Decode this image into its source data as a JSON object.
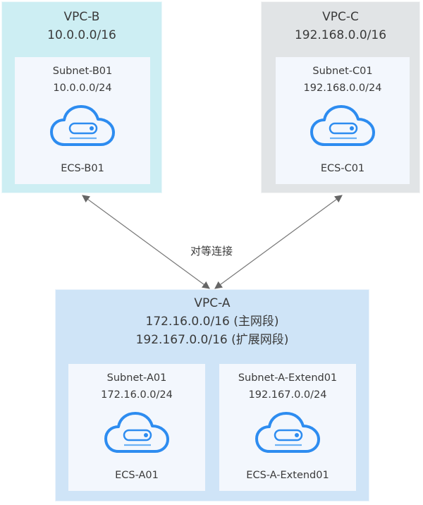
{
  "vpcs": {
    "b": {
      "name": "VPC-B",
      "cidr": "10.0.0.0/16",
      "subnets": [
        {
          "name": "Subnet-B01",
          "cidr": "10.0.0.0/24",
          "ecs": "ECS-B01",
          "icon": "cloud-server-icon"
        }
      ]
    },
    "c": {
      "name": "VPC-C",
      "cidr": "192.168.0.0/16",
      "subnets": [
        {
          "name": "Subnet-C01",
          "cidr": "192.168.0.0/24",
          "ecs": "ECS-C01",
          "icon": "cloud-server-icon"
        }
      ]
    },
    "a": {
      "name": "VPC-A",
      "cidr_primary": "172.16.0.0/16 (主网段)",
      "cidr_extended": "192.167.0.0/16 (扩展网段)",
      "subnets": [
        {
          "name": "Subnet-A01",
          "cidr": "172.16.0.0/24",
          "ecs": "ECS-A01",
          "icon": "cloud-server-icon"
        },
        {
          "name": "Subnet-A-Extend01",
          "cidr": "192.167.0.0/24",
          "ecs": "ECS-A-Extend01",
          "icon": "cloud-server-icon"
        }
      ]
    }
  },
  "peering": {
    "label": "对等连接",
    "connections": [
      {
        "from": "VPC-A",
        "to": "VPC-B",
        "bidirectional": true
      },
      {
        "from": "VPC-A",
        "to": "VPC-C",
        "bidirectional": true
      }
    ]
  },
  "colors": {
    "vpc_b_bg": "#cdeef3",
    "vpc_c_bg": "#e1e4e6",
    "vpc_a_bg": "#cfe4f7",
    "subnet_bg": "#f3f7fd",
    "icon_blue": "#2d8cf0",
    "arrow": "#666666"
  }
}
